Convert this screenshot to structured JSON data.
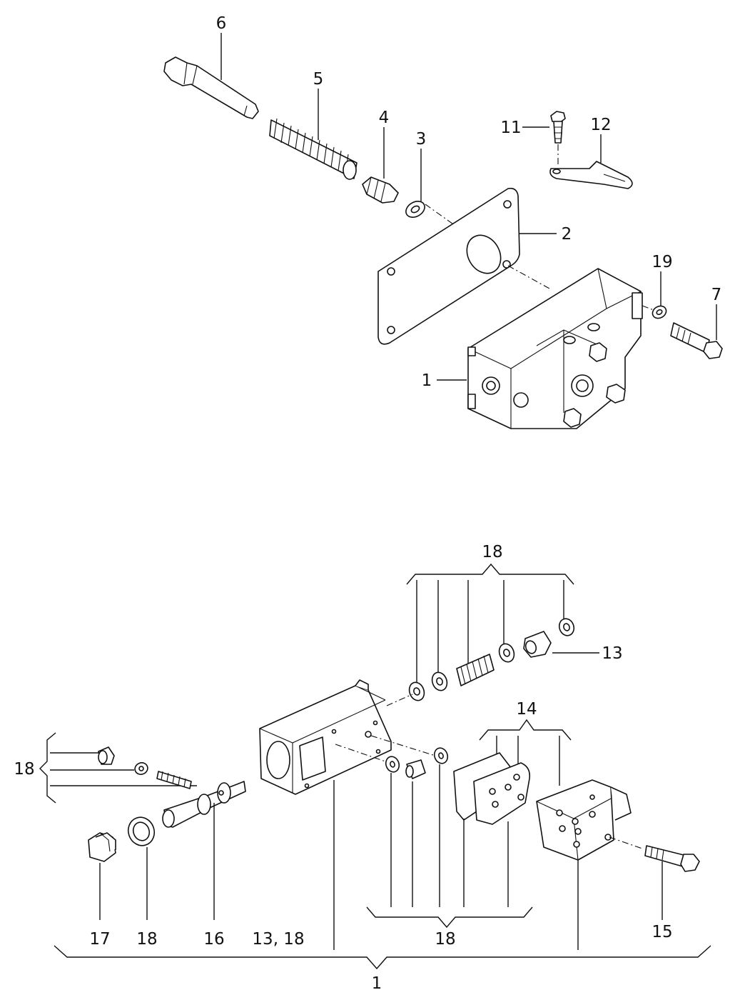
{
  "labels": {
    "top": {
      "l1": "1",
      "l2": "2",
      "l3": "3",
      "l4": "4",
      "l5": "5",
      "l6": "6",
      "l7": "7",
      "l11": "11",
      "l12": "12",
      "l19": "19"
    },
    "bottom": {
      "l13": "13",
      "l14": "14",
      "l15": "15",
      "l16": "16",
      "l17": "17",
      "l18_top": "18",
      "l18_left": "18",
      "l18_ring": "18",
      "l18_mid": "18",
      "l13_18": "13, 18",
      "l1_group": "1"
    }
  }
}
